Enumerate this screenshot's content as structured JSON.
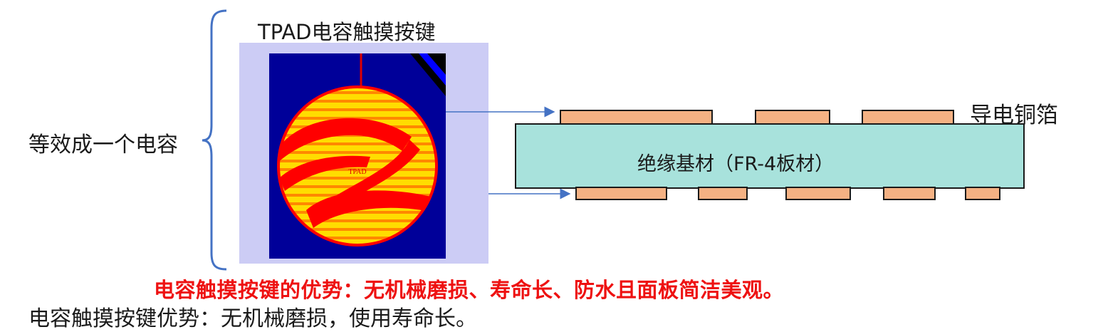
{
  "equivalent_label": "等效成一个电容",
  "pad": {
    "title": "TPAD电容触摸按键",
    "logo_text": "TPAD"
  },
  "cross_section": {
    "copper_label": "导电铜箔",
    "substrate_label": "绝缘基材（FR-4板材）"
  },
  "advantage_text": "电容触摸按键的优势：无机械磨损、寿命长、防水且面板简洁美观。",
  "cut_off_text": "电容触摸按键优势：无机械磨损，使用寿命长。",
  "colors": {
    "panel_bg": "#ccccf5",
    "pad_bg": "#000099",
    "logo_red": "#ff0000",
    "logo_yellow": "#ffdd00",
    "substrate": "#a8e2dc",
    "copper": "#f4b183",
    "arrow": "#4472c4",
    "advantage": "#ee1111"
  }
}
